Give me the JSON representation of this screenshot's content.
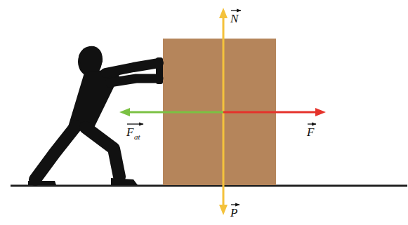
{
  "diagram": {
    "labels": [
      "N",
      "F",
      "at",
      "F",
      "P"
    ]
  }
}
